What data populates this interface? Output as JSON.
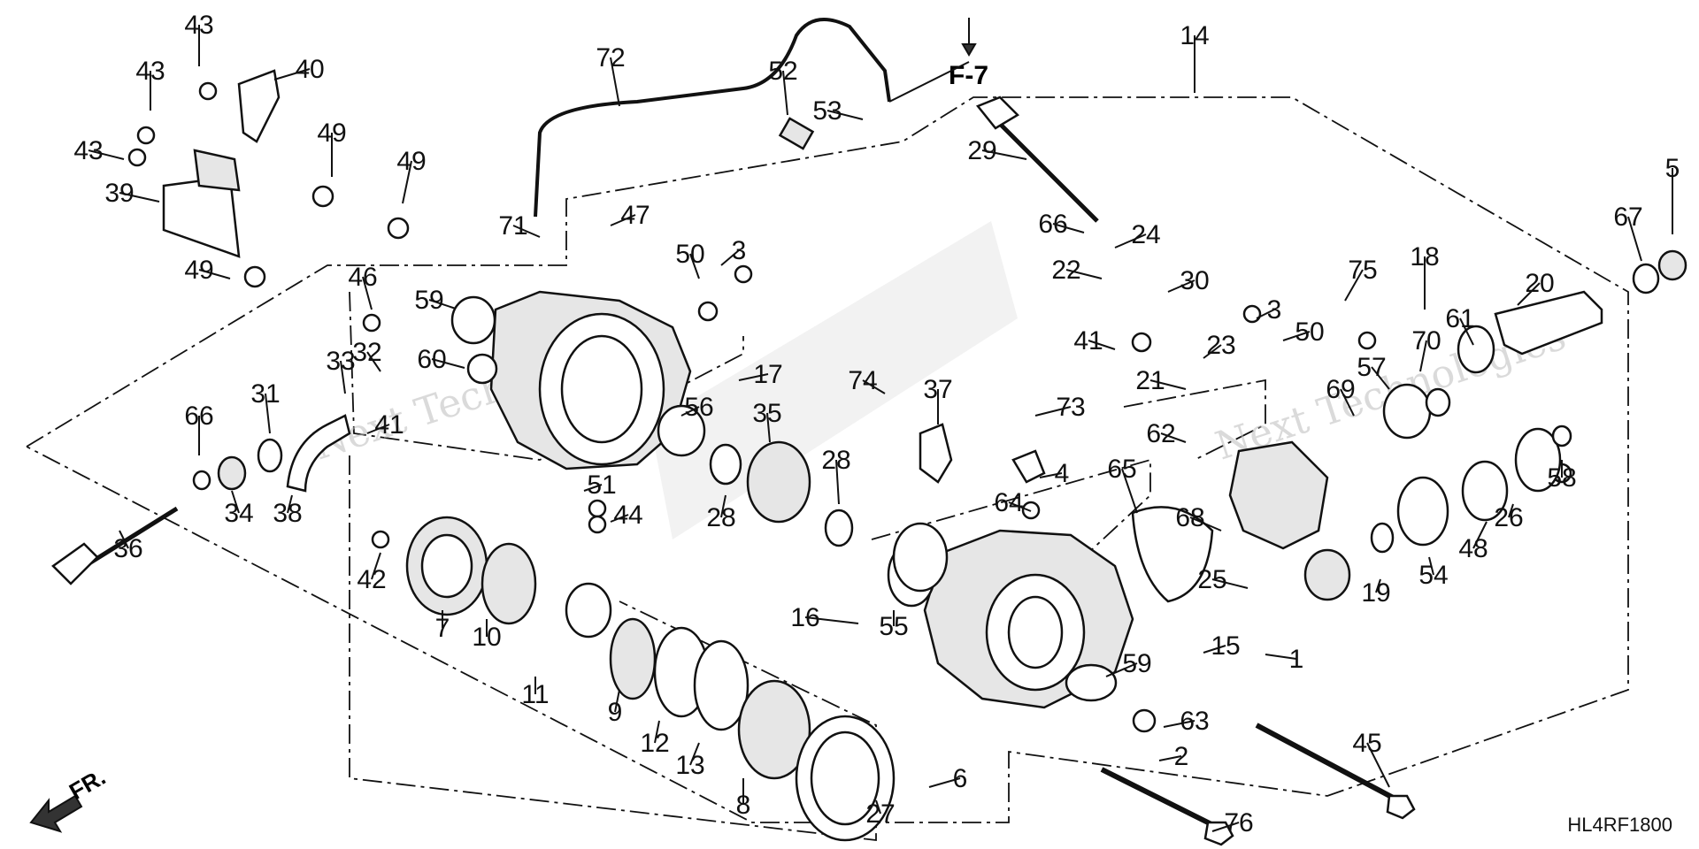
{
  "diagram": {
    "code": "HL4RF1800",
    "front_label": "FR.",
    "section_ref": "F-7",
    "watermark": "Next Technologies",
    "callouts": [
      "1",
      "2",
      "3",
      "3",
      "4",
      "5",
      "6",
      "7",
      "8",
      "9",
      "10",
      "11",
      "12",
      "13",
      "14",
      "15",
      "16",
      "17",
      "18",
      "19",
      "20",
      "21",
      "22",
      "23",
      "24",
      "25",
      "26",
      "27",
      "28",
      "28",
      "29",
      "30",
      "31",
      "32",
      "33",
      "34",
      "35",
      "36",
      "37",
      "38",
      "39",
      "40",
      "41",
      "41",
      "42",
      "43",
      "43",
      "43",
      "44",
      "45",
      "46",
      "47",
      "48",
      "49",
      "49",
      "49",
      "50",
      "50",
      "51",
      "52",
      "53",
      "54",
      "55",
      "56",
      "57",
      "58",
      "59",
      "59",
      "60",
      "61",
      "62",
      "63",
      "64",
      "65",
      "66",
      "66",
      "67",
      "68",
      "69",
      "70",
      "71",
      "72",
      "73",
      "74",
      "75",
      "76"
    ]
  }
}
